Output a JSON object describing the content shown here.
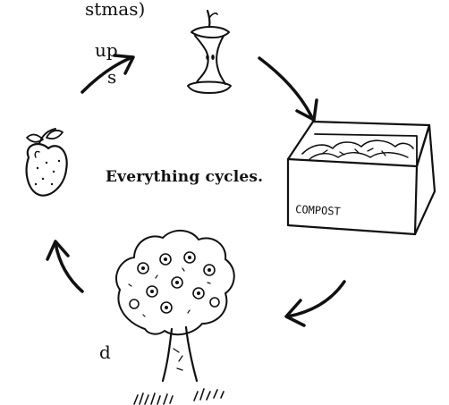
{
  "text_fragments": [
    "stmas)",
    "up",
    "s",
    "d"
  ],
  "caption": "Everything cycles.",
  "compost_label": "COMPOST",
  "colors": {
    "ink": "#111111",
    "background": "#ffffff"
  },
  "cycle_items": [
    "apple-core-icon",
    "compost-box-icon",
    "apple-tree-icon",
    "apple-fruit-icon"
  ]
}
